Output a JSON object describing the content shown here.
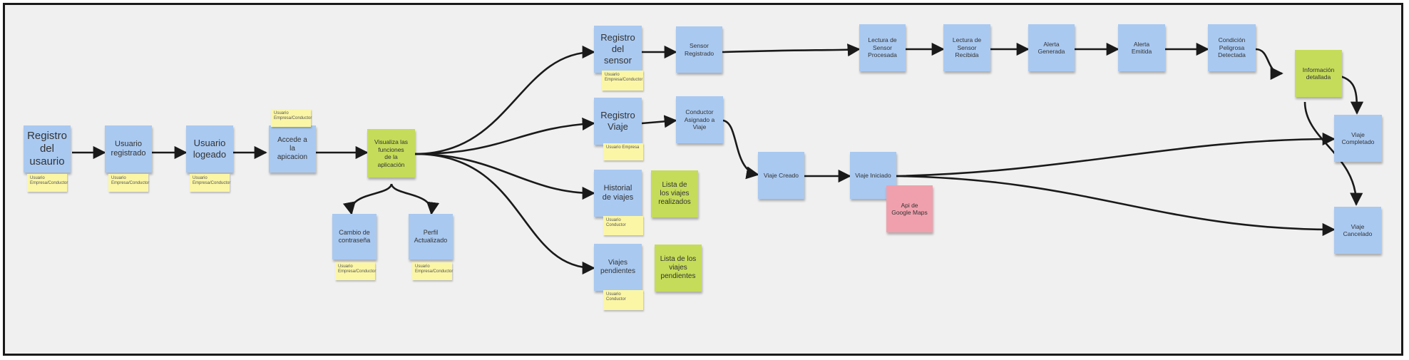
{
  "notes": {
    "registro_usuario": "Registro\ndel\nusaurio",
    "usuario_registrado": "Usuario\nregistrado",
    "usuario_logeado": "Usuario\nlogeado",
    "accede_aplicacion": "Accede a\nla\napicacion",
    "visualiza_funciones": "Visualiza las\nfunciones\nde la\naplicación",
    "cambio_contrasena": "Cambio de\ncontraseña",
    "perfil_actualizado": "Perfil\nActualizado",
    "registro_sensor": "Registro\ndel\nsensor",
    "sensor_registrado": "Sensor\nRegistrado",
    "registro_viaje": "Registro\nViaje",
    "conductor_asignado": "Conductor\nAsignado a\nViaje",
    "historial_viajes": "Historial\nde viajes",
    "lista_realizados": "Lista de\nlos viajes\nrealizados",
    "viajes_pendientes": "Viajes\npendientes",
    "lista_pendientes": "Lista de los\nviajes\npendientes",
    "viaje_creado": "Viaje Creado",
    "viaje_iniciado": "Viaje Iniciado",
    "api_google_maps": "Api de\nGoogle Maps",
    "lectura_procesada": "Lectura de\nSensor\nProcesada",
    "lectura_recibida": "Lectura de\nSensor\nRecibida",
    "alerta_generada": "Alerta\nGenerada",
    "alerta_emitida": "Alerta\nEmitida",
    "condicion_peligrosa": "Condición\nPeligrosa\nDetectada",
    "informacion_detallada": "Información\ndetallada",
    "viaje_completado": "Viaje\nCompletado",
    "viaje_cancelado": "Viaje\nCancelado"
  },
  "tags": {
    "empresa_conductor": "Usuario\nEmpresa/Conductor",
    "empresa": "Usuario Empresa",
    "conductor": "Usuario Conductor"
  },
  "colors": {
    "event": "#a9c9f1",
    "read_model": "#c5dc5a",
    "external_system": "#f0a0ad",
    "actor": "#fbf6a6",
    "arrow": "#1a1a1a",
    "board": "#f0f0f0"
  }
}
